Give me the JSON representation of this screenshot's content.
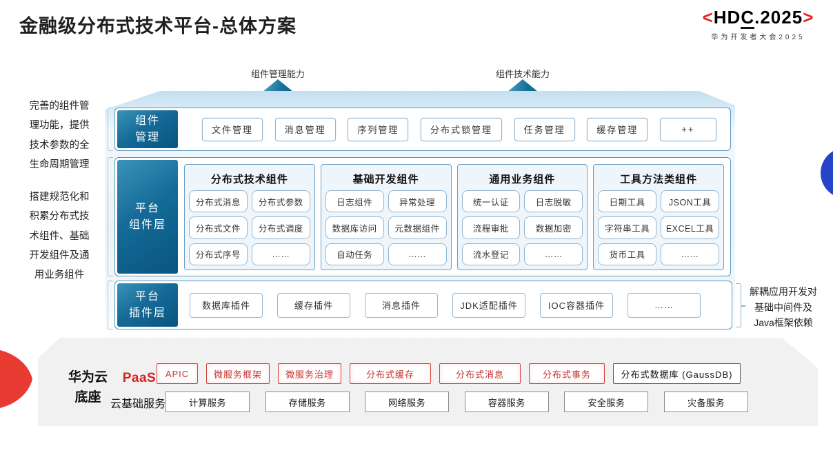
{
  "title": "金融级分布式技术平台-总体方案",
  "logo": {
    "left_bracket": "<",
    "text_pre": "HD",
    "text_c": "C",
    "text_post": ".2025",
    "right_bracket": ">",
    "subtitle": "华为开发者大会2025"
  },
  "arrows": [
    {
      "label": "组件管理能力"
    },
    {
      "label": "组件技术能力"
    }
  ],
  "annotations": {
    "left_top": "完善的组件管\n理功能，提供\n技术参数的全\n生命周期管理",
    "left_mid": "搭建规范化和\n积累分布式技\n术组件、基础\n开发组件及通\n用业务组件",
    "right": "解耦应用开发对\n基础中间件及\nJava框架依赖"
  },
  "rows": {
    "management": {
      "label": "组件\n管理",
      "items": [
        "文件管理",
        "消息管理",
        "序列管理",
        "分布式锁管理",
        "任务管理",
        "缓存管理",
        "++"
      ]
    },
    "components": {
      "label": "平台\n组件层",
      "columns": [
        {
          "header": "分布式技术组件",
          "items": [
            "分布式消息",
            "分布式参数",
            "分布式文件",
            "分布式调度",
            "分布式序号",
            "……"
          ]
        },
        {
          "header": "基础开发组件",
          "items": [
            "日志组件",
            "异常处理",
            "数据库访问",
            "元数据组件",
            "自动任务",
            "……"
          ]
        },
        {
          "header": "通用业务组件",
          "items": [
            "统一认证",
            "日志脱敏",
            "流程审批",
            "数据加密",
            "流水登记",
            "……"
          ]
        },
        {
          "header": "工具方法类组件",
          "items": [
            "日期工具",
            "JSON工具",
            "字符串工具",
            "EXCEL工具",
            "货币工具",
            "……"
          ]
        }
      ]
    },
    "plugins": {
      "label": "平台\n插件层",
      "items": [
        "数据库插件",
        "缓存插件",
        "消息插件",
        "JDK适配插件",
        "IOC容器插件",
        "……"
      ]
    }
  },
  "foundation": {
    "label": "华为云\n底座",
    "paas": {
      "label": "PaaS",
      "items": [
        "APIC",
        "微服务框架",
        "微服务治理",
        "分布式缓存",
        "分布式消息",
        "分布式事务"
      ],
      "dark_item": "分布式数据库 (GaussDB)"
    },
    "cloud": {
      "label": "云基础服务",
      "items": [
        "计算服务",
        "存储服务",
        "网络服务",
        "容器服务",
        "安全服务",
        "灾备服务"
      ]
    }
  },
  "colors": {
    "label_gradient_start": "#3a93ba",
    "label_gradient_end": "#0a5480",
    "row_border": "#5d96bb",
    "box_border": "#93b6d1",
    "slab_top": "#c3dff1",
    "arrow_teal": "#166f99",
    "red_accent": "#d3211c",
    "paas_border": "#cf453f",
    "foundation_bg": "#f1f1f2",
    "blue_circle": "#2544c8",
    "red_wedge": "#e73b32"
  }
}
